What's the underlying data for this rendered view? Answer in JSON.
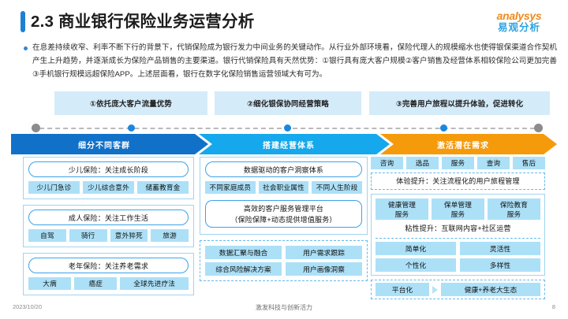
{
  "header": {
    "title": "2.3 商业银行保险业务运营分析",
    "logo_top": "analysys",
    "logo_bottom": "易观分析",
    "accent_color": "#1f7fd4"
  },
  "lede": {
    "text": "在息差持续收窄、利率不断下行的背景下，代销保险成为银行发力中间业务的关键动作。从行业外部环境看，保险代理人的规模缩水也使得银保渠道合作契机产生上升趋势，并逐渐成长为保险产品销售的主要渠道。银行代销保险具有天然优势：①银行具有庞大客户规模②客户销售及经营体系相较保险公司更加完善③手机银行规模远超保险APP。上述层面看，银行在数字化保险销售运营领域大有可为。"
  },
  "steps": [
    {
      "label": "①依托庞大客户流量优势"
    },
    {
      "label": "②细化银保协同经营策略"
    },
    {
      "label": "③完善用户旅程以提升体验，促进转化"
    }
  ],
  "chevrons": [
    {
      "label": "细分不同客群",
      "color": "#1171c9"
    },
    {
      "label": "搭建经营体系",
      "color": "#15a8ec"
    },
    {
      "label": "激活潜在需求",
      "color": "#f59a0b"
    }
  ],
  "columns": {
    "left": [
      {
        "title": "少儿保险：关注成长阶段",
        "chips": [
          "少儿门急诊",
          "少儿综合意外",
          "储蓄教育金"
        ]
      },
      {
        "title": "成人保险：关注工作生活",
        "chips": [
          "自驾",
          "骑行",
          "意外猝死",
          "旅游"
        ]
      },
      {
        "title": "老年保险：关注养老需求",
        "chips": [
          "大病",
          "癌症",
          "全球先进疗法"
        ]
      }
    ],
    "middle": {
      "insight_title": "数据驱动的客户洞察体系",
      "insight_chips": [
        "不同家庭成员",
        "社会职业属性",
        "不同人生阶段"
      ],
      "platform_line1": "高效的客户服务管理平台",
      "platform_line2": "（保险保障+动态提供增值服务）",
      "bottom_chips": [
        [
          "数据汇聚与融合",
          "用户需求跟踪"
        ],
        [
          "综合风险解决方案",
          "用户画像洞察"
        ]
      ]
    },
    "right": {
      "journey_chips": [
        "咨询",
        "选品",
        "服务",
        "查询",
        "售后"
      ],
      "journey_note": "体验提升：关注流程化的用户旅程管理",
      "service_chips": [
        [
          "健康管理",
          "服务"
        ],
        [
          "保单管理",
          "服务"
        ],
        [
          "保险教育",
          "服务"
        ]
      ],
      "stickiness_note": "粘性提升：互联网内容+社区运营",
      "attr_chips": [
        [
          "简单化",
          "灵活性"
        ],
        [
          "个性化",
          "多样性"
        ]
      ],
      "eco_left": "平台化",
      "eco_right": "健康+养老大生态"
    }
  },
  "footer": {
    "date": "2023/10/20",
    "center": "激发科技与创新活力",
    "page": "8"
  }
}
